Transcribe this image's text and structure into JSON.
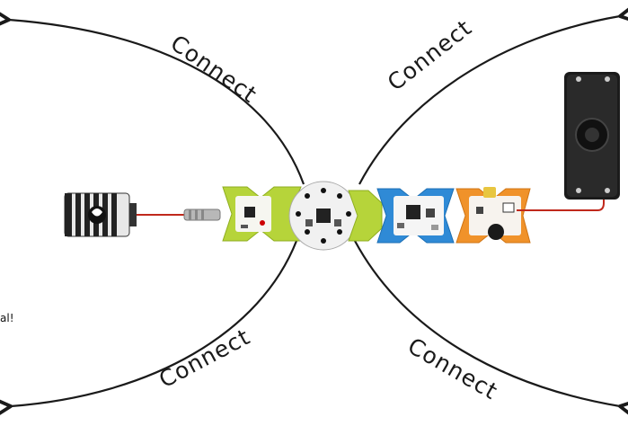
{
  "labels": {
    "top_left": "Connect",
    "top_right": "Connect",
    "bottom_left": "Connect",
    "bottom_right": "Connect",
    "edge_text": "al!"
  },
  "colors": {
    "lime_module": "#b6d43a",
    "blue_module": "#2f8ad6",
    "orange_module": "#f0922a",
    "core_board": "#f1f1f1",
    "speaker": "#1b1b1b",
    "camera_body": "#222222",
    "wire_red": "#c0281c"
  },
  "icons": [
    "camera-module-icon",
    "core-board-icon",
    "speaker-module-icon",
    "audio-jack-icon"
  ]
}
